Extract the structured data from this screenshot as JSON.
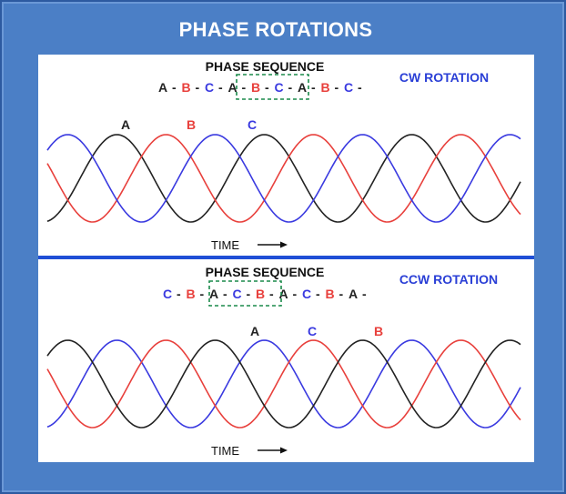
{
  "title": "PHASE ROTATIONS",
  "top": {
    "heading": "PHASE SEQUENCE",
    "rotation": "CW ROTATION",
    "sequence": [
      {
        "t": "A",
        "c": "black"
      },
      {
        "t": "-",
        "c": "black"
      },
      {
        "t": "B",
        "c": "red"
      },
      {
        "t": "-",
        "c": "black"
      },
      {
        "t": "C",
        "c": "blue"
      },
      {
        "t": "-",
        "c": "black"
      },
      {
        "t": "A",
        "c": "black"
      },
      {
        "t": "-",
        "c": "black"
      },
      {
        "t": "B",
        "c": "red"
      },
      {
        "t": "-",
        "c": "black"
      },
      {
        "t": "C",
        "c": "blue"
      },
      {
        "t": "-",
        "c": "black"
      },
      {
        "t": "A",
        "c": "black"
      },
      {
        "t": "-",
        "c": "black"
      },
      {
        "t": "B",
        "c": "red"
      },
      {
        "t": "-",
        "c": "black"
      },
      {
        "t": "C",
        "c": "blue"
      },
      {
        "t": "-",
        "c": "black"
      }
    ],
    "wave_labels": [
      {
        "t": "A",
        "c": "black"
      },
      {
        "t": "B",
        "c": "red"
      },
      {
        "t": "C",
        "c": "blue"
      }
    ],
    "time_label": "TIME"
  },
  "bottom": {
    "heading": "PHASE SEQUENCE",
    "rotation": "CCW ROTATION",
    "sequence": [
      {
        "t": "C",
        "c": "blue"
      },
      {
        "t": "-",
        "c": "black"
      },
      {
        "t": "B",
        "c": "red"
      },
      {
        "t": "-",
        "c": "black"
      },
      {
        "t": "A",
        "c": "black"
      },
      {
        "t": "-",
        "c": "black"
      },
      {
        "t": "C",
        "c": "blue"
      },
      {
        "t": "-",
        "c": "black"
      },
      {
        "t": "B",
        "c": "red"
      },
      {
        "t": "-",
        "c": "black"
      },
      {
        "t": "A",
        "c": "black"
      },
      {
        "t": "-",
        "c": "black"
      },
      {
        "t": "C",
        "c": "blue"
      },
      {
        "t": "-",
        "c": "black"
      },
      {
        "t": "B",
        "c": "red"
      },
      {
        "t": "-",
        "c": "black"
      },
      {
        "t": "A",
        "c": "black"
      },
      {
        "t": "-",
        "c": "black"
      }
    ],
    "wave_labels": [
      {
        "t": "A",
        "c": "black"
      },
      {
        "t": "C",
        "c": "blue"
      },
      {
        "t": "B",
        "c": "red"
      }
    ],
    "time_label": "TIME"
  },
  "colors": {
    "frame": "#4b7fc6",
    "divider": "#1f4fd6",
    "box": "#1a8a4a",
    "black": "#222222",
    "red": "#e8403c",
    "blue": "#3a3ae0",
    "rotation_text": "#2a3fd6"
  },
  "waves": {
    "top": [
      {
        "name": "A",
        "color": "black",
        "phase_deg": 0
      },
      {
        "name": "B",
        "color": "red",
        "phase_deg": -120
      },
      {
        "name": "C",
        "color": "blue",
        "phase_deg": -240
      }
    ],
    "bottom": [
      {
        "name": "C",
        "color": "blue",
        "phase_deg": 0
      },
      {
        "name": "B",
        "color": "red",
        "phase_deg": -120
      },
      {
        "name": "A",
        "color": "black",
        "phase_deg": -240
      }
    ]
  }
}
